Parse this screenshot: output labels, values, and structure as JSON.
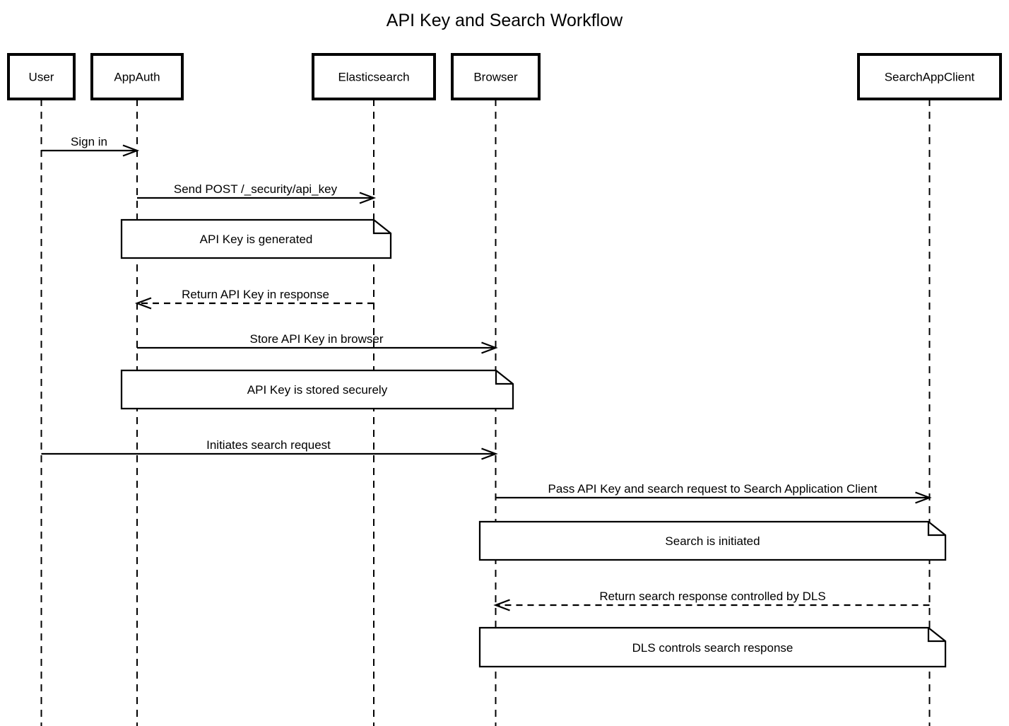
{
  "title": "API Key and Search Workflow",
  "actors": [
    {
      "id": "user",
      "label": "User"
    },
    {
      "id": "appauth",
      "label": "AppAuth"
    },
    {
      "id": "elasticsearch",
      "label": "Elasticsearch"
    },
    {
      "id": "browser",
      "label": "Browser"
    },
    {
      "id": "searchappclient",
      "label": "SearchAppClient"
    }
  ],
  "messages": [
    {
      "from": "User",
      "to": "AppAuth",
      "line": "solid",
      "label": "Sign in"
    },
    {
      "from": "AppAuth",
      "to": "Elasticsearch",
      "line": "solid",
      "label": "Send POST /_security/api_key"
    },
    {
      "from": "Elasticsearch",
      "to": "AppAuth",
      "line": "dashed",
      "label": "Return API Key in response"
    },
    {
      "from": "AppAuth",
      "to": "Browser",
      "line": "solid",
      "label": "Store API Key in browser"
    },
    {
      "from": "User",
      "to": "Browser",
      "line": "solid",
      "label": "Initiates search request"
    },
    {
      "from": "Browser",
      "to": "SearchAppClient",
      "line": "solid",
      "label": "Pass API Key and search request to Search Application Client"
    },
    {
      "from": "SearchAppClient",
      "to": "Browser",
      "line": "dashed",
      "label": "Return search response controlled by DLS"
    }
  ],
  "notes": [
    {
      "over": "AppAuth, Elasticsearch",
      "label": "API Key is generated"
    },
    {
      "over": "AppAuth, Browser",
      "label": "API Key is stored securely"
    },
    {
      "over": "Browser, SearchAppClient",
      "label": "Search is initiated"
    },
    {
      "over": "Browser, SearchAppClient",
      "label": "DLS controls search response"
    }
  ]
}
